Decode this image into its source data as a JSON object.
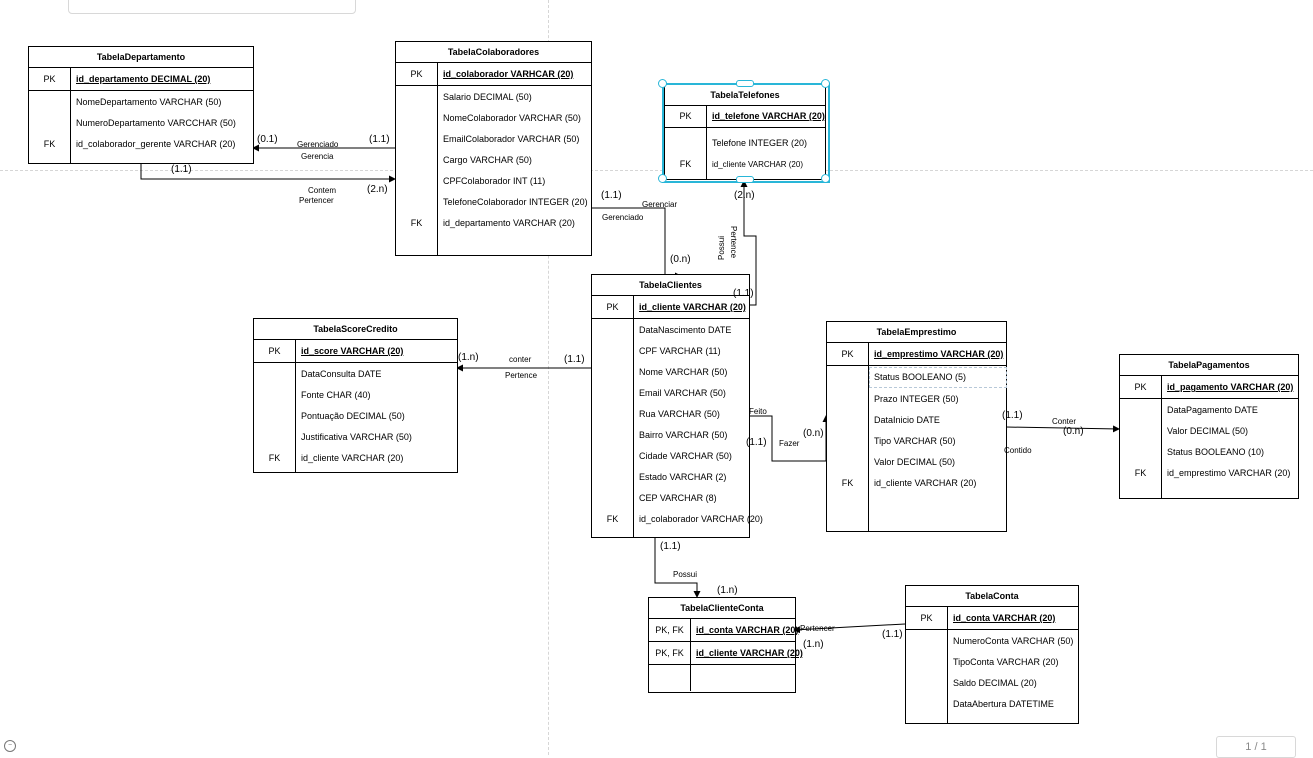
{
  "tables": [
    {
      "id": "departamento",
      "title": "TabelaDepartamento",
      "pk": {
        "tag": "PK",
        "field": "id_departamento DECIMAL (20)"
      },
      "fields": [
        "NomeDepartamento VARCHAR (50)",
        "NumeroDepartamento VARCCHAR (50)",
        "id_colaborador_gerente VARCHAR (20)"
      ],
      "fk_field_index": 2,
      "fk_tag": "FK"
    },
    {
      "id": "colaboradores",
      "title": "TabelaColaboradores",
      "pk": {
        "tag": "PK",
        "field": "id_colaborador VARHCAR (20)"
      },
      "fields": [
        "Salario DECIMAL (50)",
        "NomeColaborador VARCHAR (50)",
        "EmailColaborador VARCHAR (50)",
        "Cargo VARCHAR (50)",
        "CPFColaborador INT (11)",
        "TelefoneColaborador INTEGER (20)",
        "id_departamento VARCHAR (20)"
      ],
      "fk_field_index": 6,
      "fk_tag": "FK"
    },
    {
      "id": "telefones",
      "title": "TabelaTelefones",
      "pk": {
        "tag": "PK",
        "field": "id_telefone VARCHAR (20)"
      },
      "fields": [
        "Telefone INTEGER (20)",
        "id_cliente VARCHAR (20)"
      ],
      "fk_field_index": 1,
      "fk_tag": "FK"
    },
    {
      "id": "clientes",
      "title": "TabelaClientes",
      "pk": {
        "tag": "PK",
        "field": "id_cliente VARCHAR (20)"
      },
      "fields": [
        "DataNascimento DATE",
        "CPF VARCHAR (11)",
        "Nome VARCHAR (50)",
        "Email  VARCHAR (50)",
        "Rua VARCHAR (50)",
        "Bairro VARCHAR (50)",
        "Cidade VARCHAR (50)",
        "Estado VARCHAR (2)",
        "CEP VARCHAR (8)",
        "id_colaborador VARCHAR (20)"
      ],
      "fk_field_index": 9,
      "fk_tag": "FK"
    },
    {
      "id": "score",
      "title": "TabelaScoreCredito",
      "pk": {
        "tag": "PK",
        "field": "id_score VARCHAR (20)"
      },
      "fields": [
        "DataConsulta DATE",
        "Fonte CHAR (40)",
        "Pontuação DECIMAL (50)",
        "Justificativa VARCHAR    (50)",
        "id_cliente VARCHAR (20)"
      ],
      "fk_field_index": 4,
      "fk_tag": "FK"
    },
    {
      "id": "emprestimo",
      "title": "TabelaEmprestimo",
      "pk": {
        "tag": "PK",
        "field": "id_emprestimo VARCHAR (20)"
      },
      "fields": [
        "Status BOOLEANO (5)",
        "Prazo INTEGER (50)",
        "DataInicio DATE",
        "Tipo VARCHAR (50)",
        "Valor DECIMAL (50)",
        "id_cliente VARCHAR (20)"
      ],
      "fk_field_index": 5,
      "fk_tag": "FK"
    },
    {
      "id": "pagamentos",
      "title": "TabelaPagamentos",
      "pk": {
        "tag": "PK",
        "field": "id_pagamento VARCHAR (20)"
      },
      "fields": [
        "DataPagamento DATE",
        "Valor DECIMAL (50)",
        "Status BOOLEANO (10)",
        "id_emprestimo VARCHAR (20)"
      ],
      "fk_field_index": 3,
      "fk_tag": "FK"
    },
    {
      "id": "clienteconta",
      "title": "TabelaClienteConta",
      "keys": [
        {
          "tag": "PK, FK",
          "field": "id_conta VARCHAR (20)"
        },
        {
          "tag": "PK, FK",
          "field": "id_cliente VARCHAR (20)"
        }
      ]
    },
    {
      "id": "conta",
      "title": "TabelaConta",
      "pk": {
        "tag": "PK",
        "field": "id_conta VARCHAR (20)"
      },
      "fields": [
        "NumeroConta VARCHAR (50)",
        "TipoConta VARCHAR (20)",
        "Saldo DECIMAL (20)",
        "DataAbertura DATETIME"
      ]
    }
  ],
  "relationships": [
    {
      "label": "Gerenciado",
      "label2": "Gerencia",
      "card_a": "(0.1)",
      "card_b": "(1.1)"
    },
    {
      "label": "Contem",
      "label2": "Pertencer",
      "card_a": "(1.1)",
      "card_b": "(2.n)"
    },
    {
      "label": "Gerenciar",
      "label2": "Gerenciado",
      "card_a": "(1.1)",
      "card_b": "(0.n)"
    },
    {
      "label": "Pertence",
      "label2": "Possui",
      "card_a": "(2.n)",
      "card_b": "(1.1)"
    },
    {
      "label": "conter",
      "label2": "Pertence",
      "card_a": "(1.n)",
      "card_b": "(1.1)"
    },
    {
      "label": "Feito",
      "label2": "Fazer",
      "card_a": "(1.1)",
      "card_b": "(0.n)"
    },
    {
      "label": "Conter",
      "label2": "Contido",
      "card_a": "(1.1)",
      "card_b": "(0.n)"
    },
    {
      "label": "Possui",
      "card_a": "(1.1)",
      "card_b": "(1.n)"
    },
    {
      "label": "Pertencer",
      "card_a": "(1.n)",
      "card_b": "(1.1)"
    }
  ],
  "pager": "1 / 1"
}
